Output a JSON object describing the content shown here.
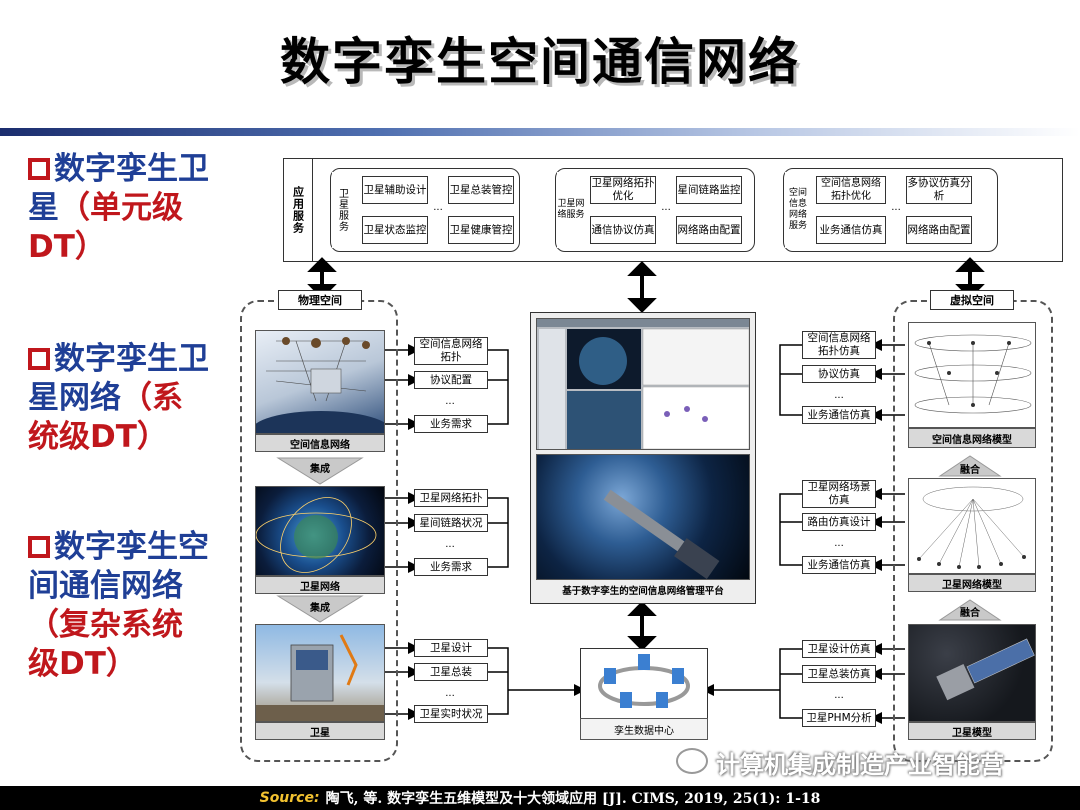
{
  "title": "数字孪生空间通信网络",
  "left": {
    "item1": {
      "blue": "数字孪生卫星",
      "red": "（单元级",
      "red2": "DT）"
    },
    "item2": {
      "blue": "数字孪生卫星网络",
      "red": "（系",
      "red2": "统级DT）"
    },
    "item3": {
      "blue": "数字孪生空间通信网络",
      "red": "（复杂系统",
      "red2": "级DT）"
    }
  },
  "app": {
    "label": "应用服务",
    "groups": [
      {
        "label": "卫星服务",
        "items": [
          "卫星辅助设计",
          "卫星总装管控",
          "卫星状态监控",
          "卫星健康管控"
        ]
      },
      {
        "label": "卫星网络服务",
        "items": [
          "卫星网络拓扑优化",
          "星间链路监控",
          "通信协议仿真",
          "网络路由配置"
        ]
      },
      {
        "label": "空间信息网络服务",
        "items": [
          "空间信息网络拓扑优化",
          "多协议仿真分析",
          "业务通信仿真",
          "网络路由配置"
        ]
      }
    ],
    "dots": "..."
  },
  "physical": {
    "label": "物理空间",
    "captions": [
      "空间信息网络",
      "卫星网络",
      "卫星"
    ],
    "merge": "集成",
    "group1": [
      "空间信息网络拓扑",
      "协议配置",
      "业务需求"
    ],
    "group2": [
      "卫星网络拓扑",
      "星间链路状况",
      "业务需求"
    ],
    "group3": [
      "卫星设计",
      "卫星总装",
      "卫星实时状况"
    ]
  },
  "virtual": {
    "label": "虚拟空间",
    "captions": [
      "空间信息网络模型",
      "卫星网络模型",
      "卫星模型"
    ],
    "merge": "融合",
    "group1": [
      "空间信息网络拓扑仿真",
      "协议仿真",
      "业务通信仿真"
    ],
    "group2": [
      "卫星网络场景仿真",
      "路由仿真设计",
      "业务通信仿真"
    ],
    "group3": [
      "卫星设计仿真",
      "卫星总装仿真",
      "卫星PHM分析"
    ]
  },
  "platform": {
    "caption": "基于数字孪生的空间信息网络管理平台"
  },
  "datacenter": {
    "caption": "孪生数据中心"
  },
  "watermark": "计算机集成制造产业智能营",
  "source": {
    "label": "Source:",
    "text": "陶飞, 等. 数字孪生五维模型及十大领域应用 [J]. CIMS, 2019, 25(1): 1-18"
  },
  "colors": {
    "blue": "#1f3f96",
    "red": "#c0171c"
  }
}
